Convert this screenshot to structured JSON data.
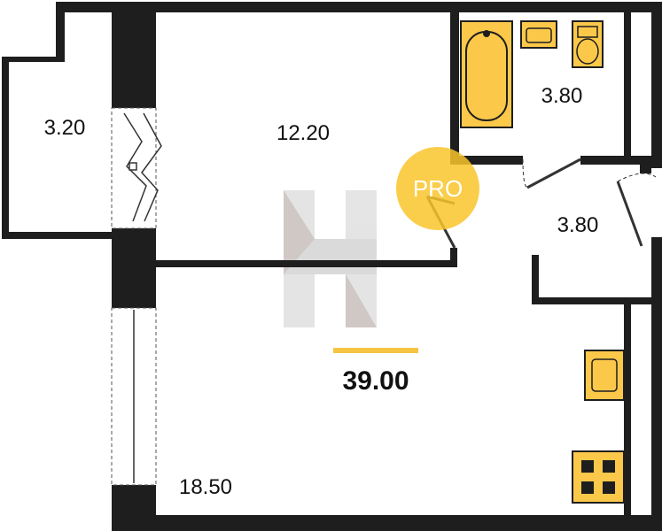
{
  "plan": {
    "total_area": "39.00",
    "rooms": [
      {
        "id": "balcony",
        "area": "3.20"
      },
      {
        "id": "bedroom",
        "area": "12.20"
      },
      {
        "id": "bathroom",
        "area": "3.80"
      },
      {
        "id": "hallway",
        "area": "3.80"
      },
      {
        "id": "living-kitchen",
        "area": "18.50"
      }
    ],
    "badge_text": "PRO"
  },
  "colors": {
    "wall": "#1e1e1e",
    "fixture": "#fcc84a",
    "accent_line": "#f5c542",
    "badge": "#f9c62b"
  }
}
